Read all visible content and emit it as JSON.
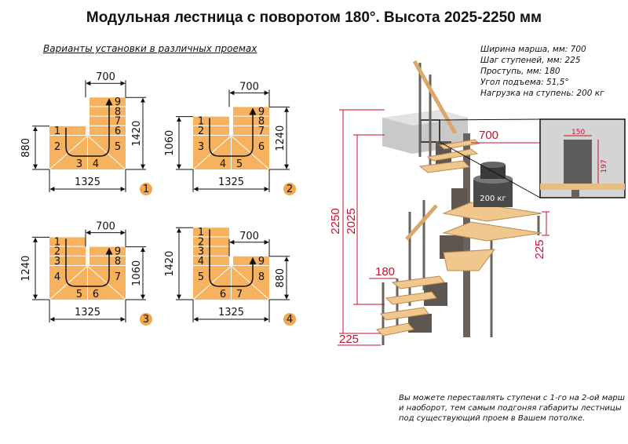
{
  "title": "Модульная лестница с поворотом 180°. Высота 2025-2250 мм",
  "subtitle": "Варианты установки в различных проемах",
  "specs": [
    "Ширина марша, мм: 700",
    "Шаг ступеней, мм: 225",
    "Проступь, мм: 180",
    "Угол подъема: 51,5°",
    "Нагрузка на ступень: 200 кг"
  ],
  "note": [
    "Вы можете переставлять ступени с 1-го на 2-ой марш",
    "и наоборот, тем самым подгоняя габариты лестницы",
    "под существующий проем в Вашем потолке."
  ],
  "colors": {
    "step_fill": "#f6b25e",
    "badge": "#f4a64a",
    "dim_red": "#c8102e"
  },
  "plans": [
    {
      "badge": "1",
      "left_steps": [
        "1"
      ],
      "winders": [
        "2",
        "3",
        "4",
        "5"
      ],
      "right_steps": [
        "6",
        "7",
        "8",
        "9"
      ],
      "left_dim": "880",
      "right_dim": "1420",
      "top_dim": "700",
      "bottom_dim": "1325"
    },
    {
      "badge": "2",
      "left_steps": [
        "1",
        "2"
      ],
      "winders": [
        "3",
        "4",
        "5",
        "6"
      ],
      "right_steps": [
        "7",
        "8",
        "9"
      ],
      "left_dim": "1060",
      "right_dim": "1240",
      "top_dim": "700",
      "bottom_dim": "1325"
    },
    {
      "badge": "3",
      "left_steps": [
        "1",
        "2",
        "3"
      ],
      "winders": [
        "4",
        "5",
        "6",
        "7"
      ],
      "right_steps": [
        "8",
        "9"
      ],
      "left_dim": "1240",
      "right_dim": "1060",
      "top_dim": "700",
      "bottom_dim": "1325"
    },
    {
      "badge": "4",
      "left_steps": [
        "1",
        "2",
        "3",
        "4"
      ],
      "winders": [
        "5",
        "6",
        "7",
        "8"
      ],
      "right_steps": [
        "9"
      ],
      "left_dim": "1420",
      "right_dim": "880",
      "top_dim": "700",
      "bottom_dim": "1325"
    }
  ],
  "render": {
    "height_total": "2250",
    "height_floor": "2025",
    "march_width": "700",
    "step_rise": "225",
    "tread": "180",
    "bottom_rise": "225",
    "load_label": "200 кг",
    "inset_width": "150",
    "inset_height": "197"
  }
}
